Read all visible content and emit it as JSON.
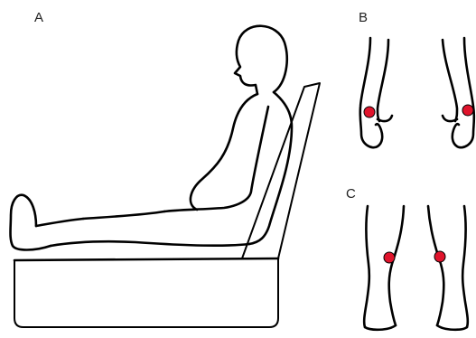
{
  "panels": {
    "a": {
      "label": "A"
    },
    "b": {
      "label": "B"
    },
    "c": {
      "label": "C"
    }
  },
  "colors": {
    "outline": "#000000",
    "marker": "#e0142c"
  },
  "markers": {
    "wrist_count": 2,
    "leg_count": 2
  }
}
